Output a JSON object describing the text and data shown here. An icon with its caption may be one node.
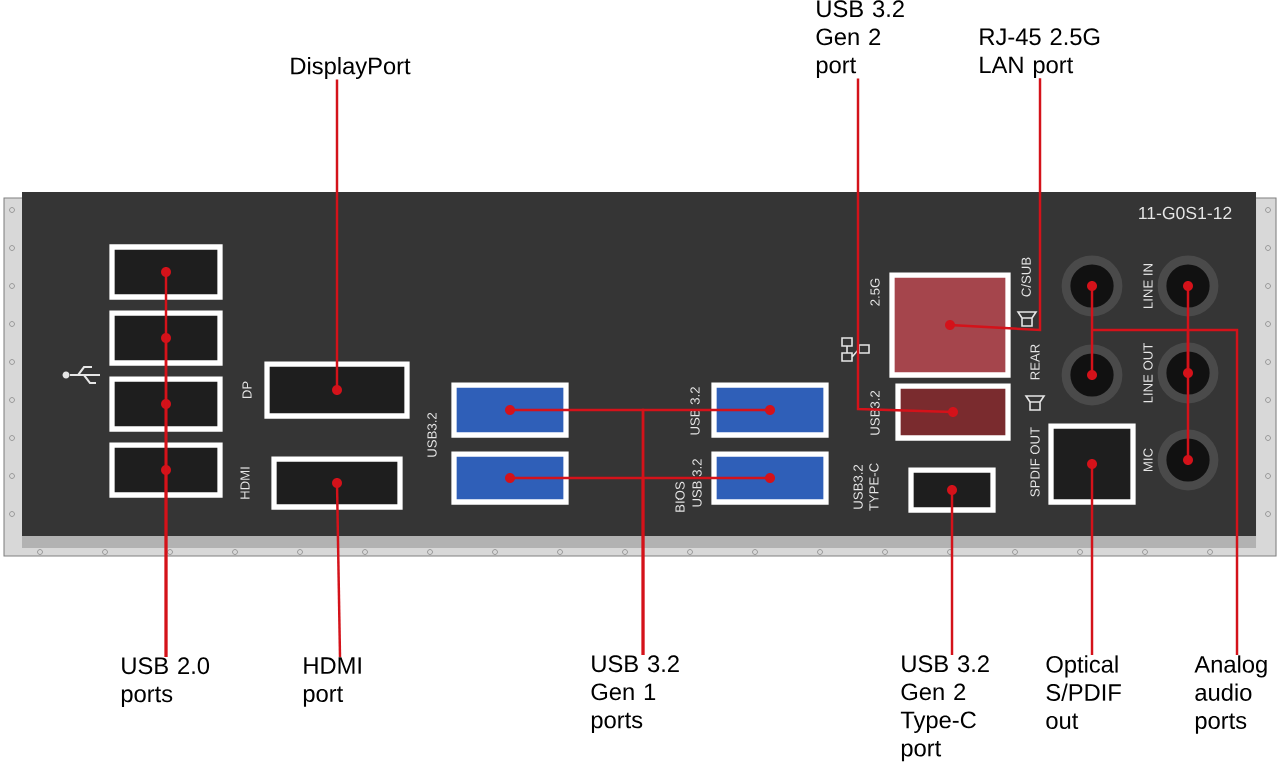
{
  "diagram": {
    "nodes": [
      {
        "text": [
          "DisplayPort"
        ]
      },
      {
        "text": [
          "USB 3.2 Gen 2 port"
        ]
      },
      {
        "text": [
          "RJ-45 2.5G LAN port"
        ]
      },
      {
        "text": [
          "USB 2.0 ports"
        ]
      },
      {
        "text": [
          "HDMI port"
        ]
      },
      {
        "text": [
          "USB 3.2 Gen 1 ports"
        ]
      },
      {
        "text": [
          "USB 3.2 Gen 2 Type-C port"
        ]
      },
      {
        "text": [
          "Optical S/PDIF out"
        ]
      },
      {
        "text": [
          "Analog audio ports"
        ]
      },
      {
        "text": [],
        "shape": "box"
      },
      {
        "text": [],
        "shape": "box"
      },
      {
        "text": [],
        "shape": "box"
      },
      {
        "text": [],
        "shape": "box"
      },
      {
        "text": [],
        "shape": "box"
      },
      {
        "text": [],
        "shape": "box"
      },
      {
        "text": [],
        "shape": "box"
      },
      {
        "text": [],
        "shape": "box"
      },
      {
        "text": [],
        "shape": "box"
      },
      {
        "text": [],
        "shape": "box"
      },
      {
        "text": [],
        "shape": "box"
      },
      {
        "text": [],
        "shape": "box"
      },
      {
        "text": [],
        "shape": "box"
      },
      {
        "text": [],
        "shape": "box"
      },
      {
        "text": [],
        "shape": "circle"
      },
      {
        "text": [],
        "shape": "circle"
      },
      {
        "text": [],
        "shape": "circle"
      },
      {
        "text": [],
        "shape": "circle"
      },
      {
        "text": [],
        "shape": "circle"
      }
    ],
    "edges": [
      {
        "from": 0,
        "to": 13,
        "arrow": "none"
      },
      {
        "from": 1,
        "to": 20,
        "arrow": "none"
      },
      {
        "from": 2,
        "to": 19,
        "arrow": "none"
      },
      {
        "from": 3,
        "to": 9,
        "arrow": "none"
      },
      {
        "from": 3,
        "to": 10,
        "arrow": "none"
      },
      {
        "from": 3,
        "to": 11,
        "arrow": "none"
      },
      {
        "from": 3,
        "to": 12,
        "arrow": "none"
      },
      {
        "from": 4,
        "to": 14,
        "arrow": "none"
      },
      {
        "from": 5,
        "to": 15,
        "arrow": "none"
      },
      {
        "from": 5,
        "to": 16,
        "arrow": "none"
      },
      {
        "from": 5,
        "to": 17,
        "arrow": "none"
      },
      {
        "from": 5,
        "to": 18,
        "arrow": "none"
      },
      {
        "from": 6,
        "to": 21,
        "arrow": "none"
      },
      {
        "from": 7,
        "to": 22,
        "arrow": "none"
      },
      {
        "from": 8,
        "to": 23,
        "arrow": "none"
      },
      {
        "from": 8,
        "to": 24,
        "arrow": "none"
      },
      {
        "from": 8,
        "to": 25,
        "arrow": "none"
      },
      {
        "from": 8,
        "to": 26,
        "arrow": "none"
      },
      {
        "from": 8,
        "to": 27,
        "arrow": "none"
      }
    ],
    "labels": [
      "11-G0S1-12",
      "DP",
      "HDMI",
      "USB3.2",
      "USB 3.2",
      "BIOS",
      "USB 3.2",
      "2.5G",
      "USB3.2",
      "USB3.2 TYPE-C",
      "C/SUB",
      "REAR",
      "SPDIF OUT",
      "LINE IN",
      "LINE OUT",
      "MIC"
    ]
  }
}
